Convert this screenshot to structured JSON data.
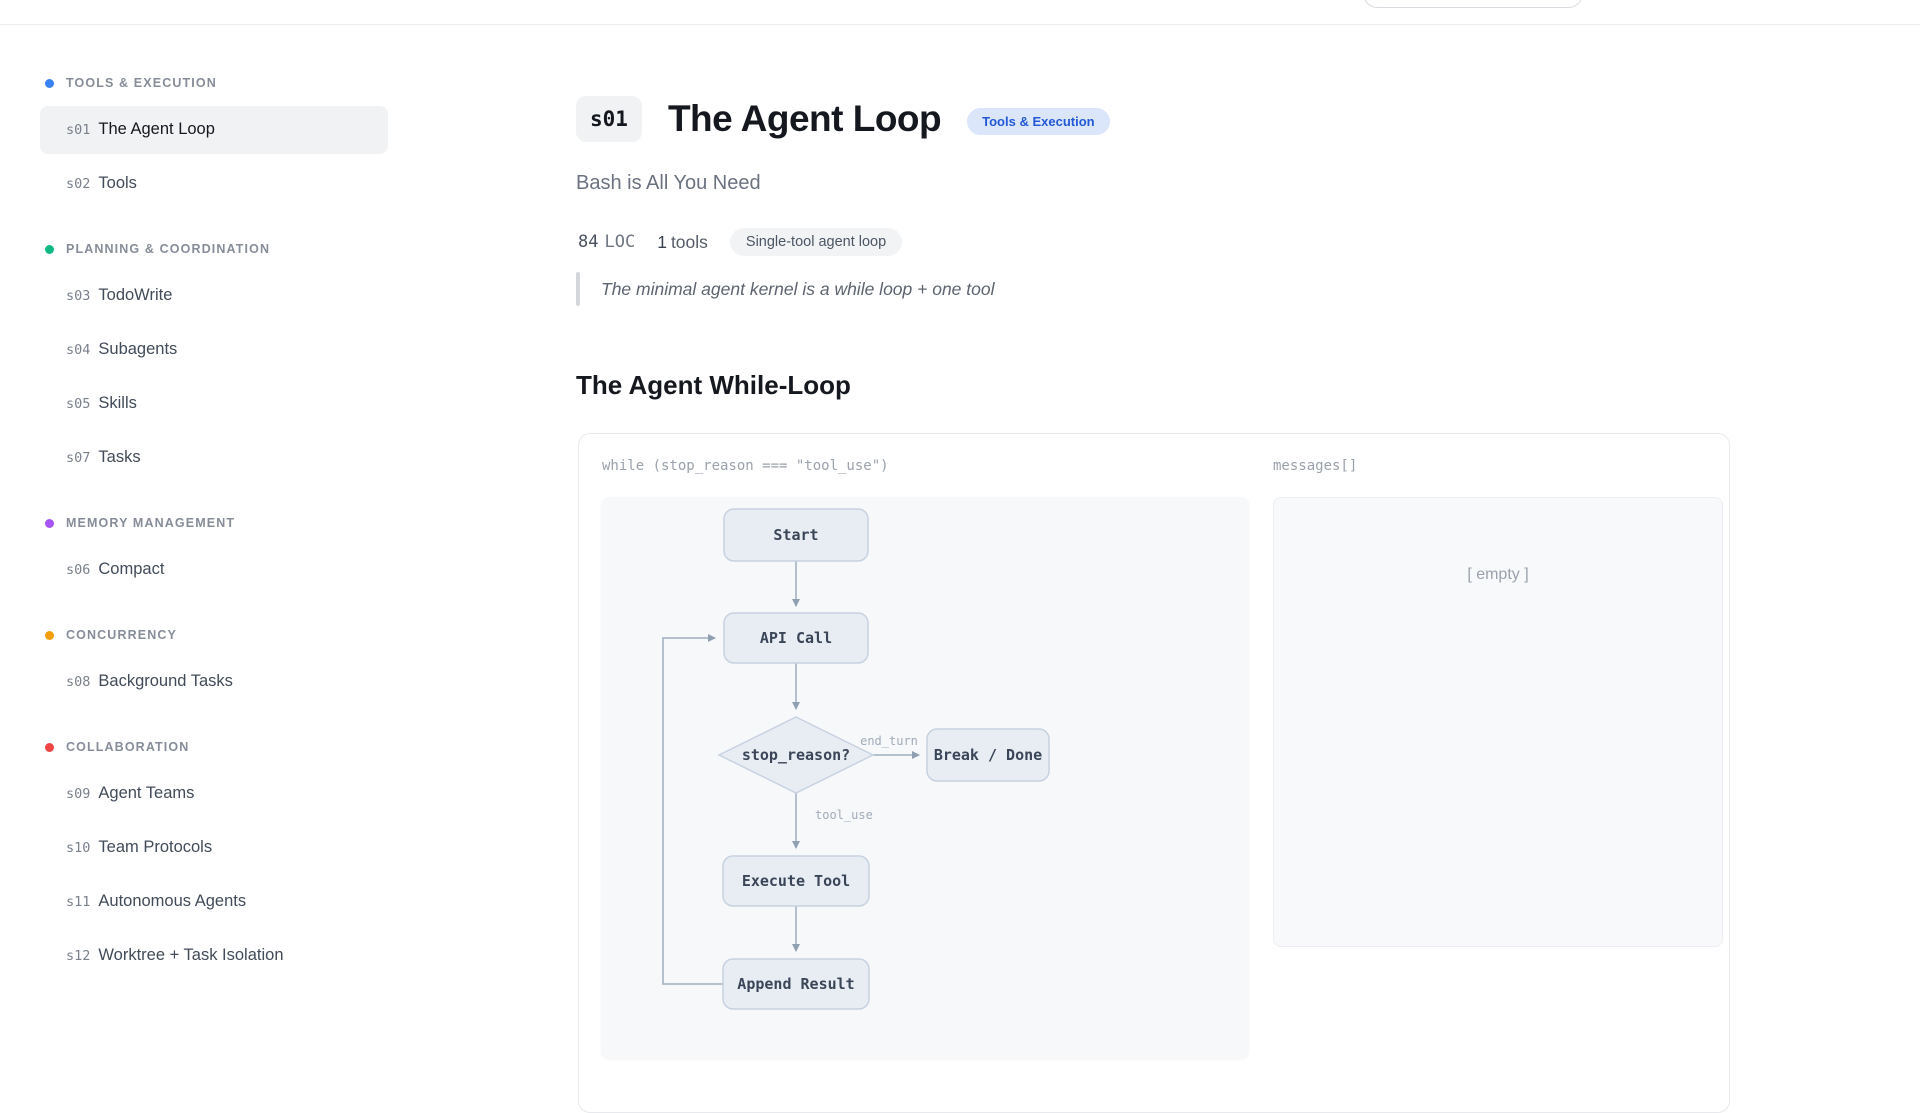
{
  "header": {
    "search_placeholder": ""
  },
  "sidebar": {
    "sections": [
      {
        "label": "TOOLS & EXECUTION",
        "color": "#3b82f6",
        "items": [
          {
            "num": "s01",
            "label": "The Agent Loop"
          },
          {
            "num": "s02",
            "label": "Tools"
          }
        ]
      },
      {
        "label": "PLANNING & COORDINATION",
        "color": "#10b981",
        "items": [
          {
            "num": "s03",
            "label": "TodoWrite"
          },
          {
            "num": "s04",
            "label": "Subagents"
          },
          {
            "num": "s05",
            "label": "Skills"
          },
          {
            "num": "s07",
            "label": "Tasks"
          }
        ]
      },
      {
        "label": "MEMORY MANAGEMENT",
        "color": "#a855f7",
        "items": [
          {
            "num": "s06",
            "label": "Compact"
          }
        ]
      },
      {
        "label": "CONCURRENCY",
        "color": "#f59e0b",
        "items": [
          {
            "num": "s08",
            "label": "Background Tasks"
          }
        ]
      },
      {
        "label": "COLLABORATION",
        "color": "#ef4444",
        "items": [
          {
            "num": "s09",
            "label": "Agent Teams"
          },
          {
            "num": "s10",
            "label": "Team Protocols"
          },
          {
            "num": "s11",
            "label": "Autonomous Agents"
          },
          {
            "num": "s12",
            "label": "Worktree + Task Isolation"
          }
        ]
      }
    ]
  },
  "page": {
    "id": "s01",
    "title": "The Agent Loop",
    "category": "Tools & Execution",
    "subtitle": "Bash is All You Need",
    "loc_value": "84",
    "loc_unit": "LOC",
    "tools_value": "1",
    "tools_unit": "tools",
    "tag": "Single-tool agent loop",
    "quote": "The minimal agent kernel is a while loop + one tool"
  },
  "section": {
    "heading": "The Agent While-Loop"
  },
  "diagram": {
    "loop_header": "while (stop_reason === \"tool_use\")",
    "messages_header": "messages[]",
    "messages_empty": "[ empty ]",
    "nodes": {
      "start": "Start",
      "api_call": "API Call",
      "decision": "stop_reason?",
      "break_done": "Break / Done",
      "execute": "Execute Tool",
      "append": "Append Result"
    },
    "edge_labels": {
      "end_turn": "end_turn",
      "tool_use": "tool_use"
    }
  }
}
